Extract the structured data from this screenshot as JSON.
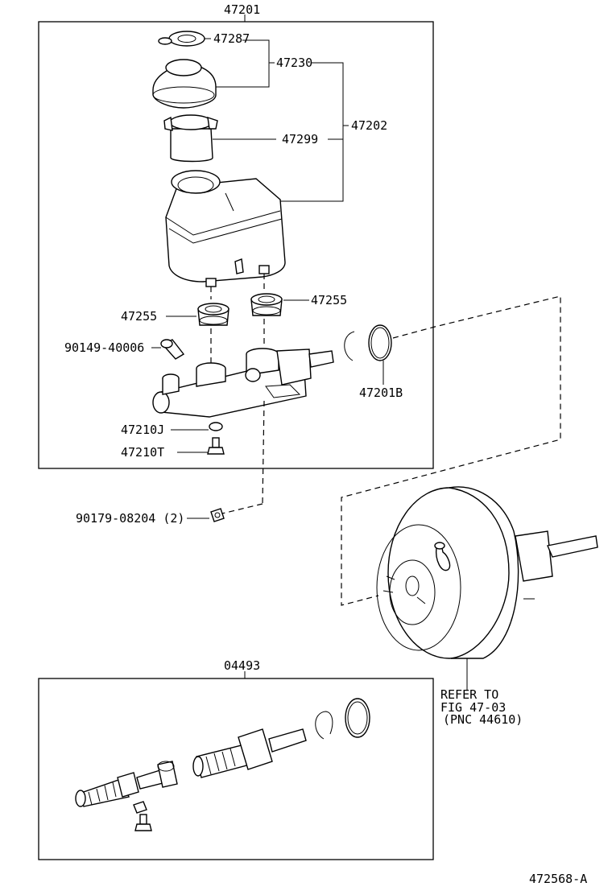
{
  "diagram": {
    "figure_code": "472568-A",
    "labels": {
      "master_cylinder_assy": "47201",
      "reservoir_cap_seal": "47287",
      "reservoir_cap": "47230",
      "reservoir_sub_assy": "47202",
      "reservoir_strainer": "47299",
      "grommet_left": "47255",
      "grommet_right": "47255",
      "union_bolt": "90149-40006",
      "o_ring": "47201B",
      "gasket": "47210J",
      "bolt": "47210T",
      "nut": "90179-08204 (2)",
      "cylinder_kit": "04493"
    },
    "booster_note": {
      "line1": "REFER TO",
      "line2": "FIG 47-03",
      "line3": "(PNC 44610)"
    }
  }
}
